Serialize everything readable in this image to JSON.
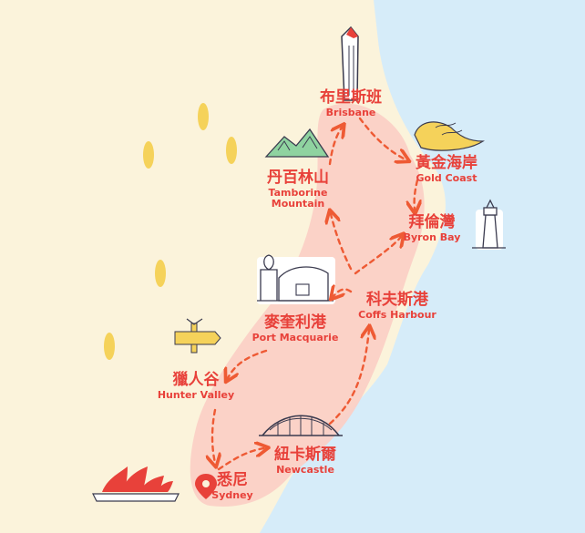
{
  "colors": {
    "land": "#fbf3db",
    "ocean": "#d6ecf9",
    "route_region": "#fbd0c6",
    "route": "#ee5a34",
    "label": "#e8413a",
    "tree": "#f5d25a"
  },
  "places": {
    "brisbane": {
      "zh": "布里斯班",
      "en": "Brisbane"
    },
    "gold_coast": {
      "zh": "黃金海岸",
      "en": "Gold Coast"
    },
    "tamborine": {
      "zh": "丹百林山",
      "en": "Tamborine",
      "en2": "Mountain"
    },
    "byron_bay": {
      "zh": "拜倫灣",
      "en": "Byron Bay"
    },
    "coffs_harbour": {
      "zh": "科夫斯港",
      "en": "Coffs Harbour"
    },
    "port_macquarie": {
      "zh": "麥奎利港",
      "en": "Port Macquarie"
    },
    "hunter_valley": {
      "zh": "獵人谷",
      "en": "Hunter Valley"
    },
    "newcastle": {
      "zh": "紐卡斯爾",
      "en": "Newcastle"
    },
    "sydney": {
      "zh": "悉尼",
      "en": "Sydney"
    }
  },
  "icons": [
    "brisbane-tower-icon",
    "mountain-icon",
    "beach-icon",
    "lighthouse-icon",
    "observatory-icon",
    "signpost-icon",
    "bridge-icon",
    "opera-house-icon",
    "location-pin-icon",
    "tree-icon"
  ]
}
